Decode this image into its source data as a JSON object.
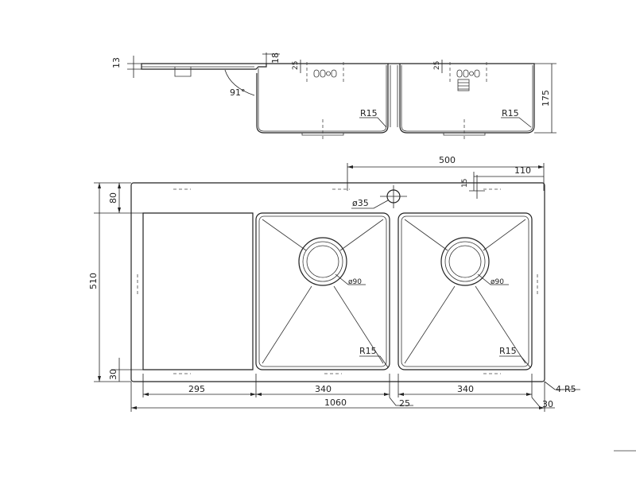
{
  "section_labels": {
    "d13": "13",
    "d18": "18",
    "d25a": "25",
    "d25b": "25",
    "angle": "91°",
    "r15a": "R15",
    "r15b": "R15",
    "d175": "175"
  },
  "plan_labels": {
    "d500": "500",
    "d110": "110",
    "d15": "15",
    "d80": "80",
    "d510": "510",
    "d30v": "30",
    "tap": "ø35",
    "drain1": "ø90",
    "drain2": "ø90",
    "r15c": "R15",
    "r15d": "R15",
    "d295": "295",
    "d340a": "340",
    "d340b": "340",
    "d1060": "1060",
    "d25": "25",
    "d30h": "30",
    "corner": "4-R5"
  }
}
